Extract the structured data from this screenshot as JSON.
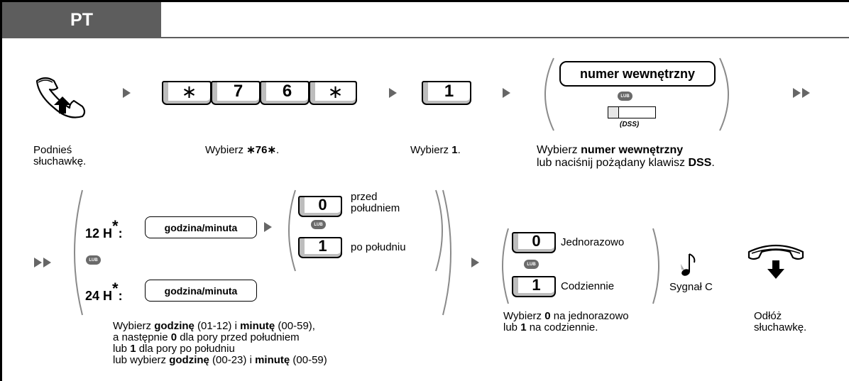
{
  "header": {
    "tab_label": "PT"
  },
  "row1": {
    "keys": [
      "∗",
      "7",
      "6",
      "∗"
    ],
    "key_1": "1",
    "ext_box": "numer wewnętrzny",
    "lub": "LUB",
    "dss_label": "(DSS)",
    "captions": {
      "lift_line1": "Podnieś",
      "lift_line2": "słuchawkę.",
      "dial_prefix": "Wybierz ",
      "dial_code": "∗76∗",
      "dial_suffix": ".",
      "dial1_prefix": "Wybierz ",
      "dial1_code": "1",
      "dial1_suffix": ".",
      "ext_prefix": "Wybierz ",
      "ext_bold": "numer wewnętrzny",
      "ext_line2_prefix": "lub naciśnij pożądany klawisz ",
      "ext_line2_bold": "DSS",
      "ext_line2_suffix": "."
    }
  },
  "row2": {
    "h12_label": "12 H",
    "h24_label": "24 H",
    "star": "*",
    "colon": ":",
    "time_box": "godzina/minuta",
    "lub": "LUB",
    "key0": "0",
    "key1": "1",
    "am_line1": "przed",
    "am_line2": "południem",
    "pm": "po południu",
    "once_key": "0",
    "once_label": "Jednorazowo",
    "daily_key": "1",
    "daily_label": "Codziennie",
    "signal": "Sygnał C",
    "captions": {
      "t1_a": "Wybierz ",
      "t1_b": "godzinę",
      "t1_c": " (01-12) i ",
      "t1_d": "minutę",
      "t1_e": " (00-59),",
      "t2_a": "a następnie ",
      "t2_b": "0",
      "t2_c": " dla pory przed południem",
      "t3_a": "lub ",
      "t3_b": "1",
      "t3_c": " dla pory po południu",
      "t4_a": "lub wybierz ",
      "t4_b": "godzinę",
      "t4_c": " (00-23) i ",
      "t4_d": "minutę",
      "t4_e": " (00-59)",
      "mode1_a": "Wybierz ",
      "mode1_b": "0",
      "mode1_c": " na jednorazowo",
      "mode2_a": "lub ",
      "mode2_b": "1",
      "mode2_c": " na codziennie.",
      "hang_line1": "Odłóż",
      "hang_line2": "słuchawkę."
    }
  }
}
